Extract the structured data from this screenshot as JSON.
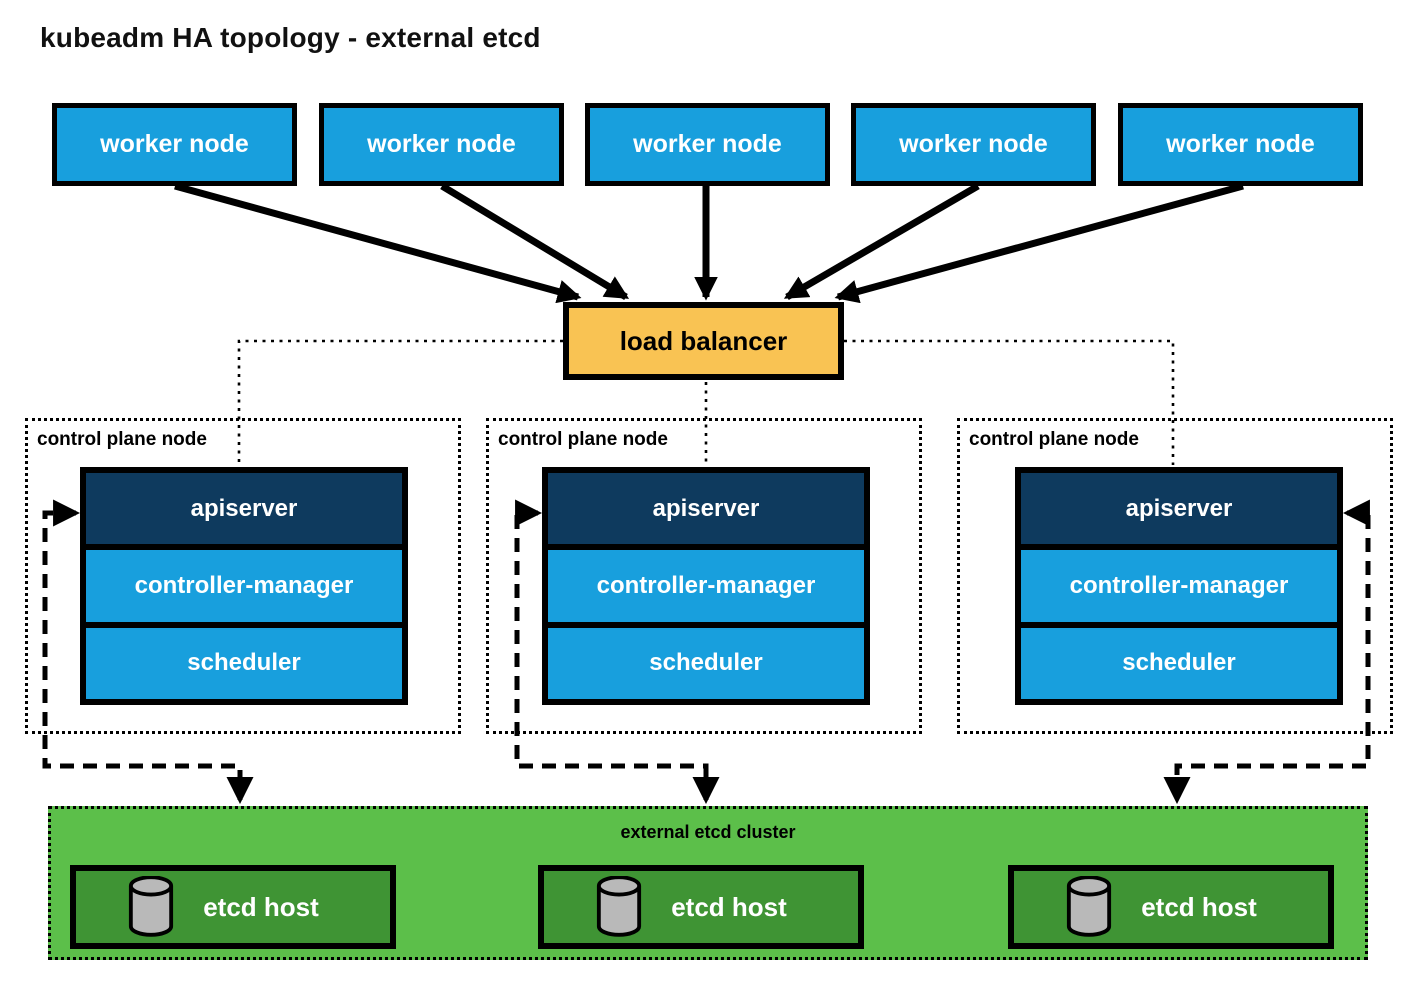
{
  "title": "kubeadm HA topology - external etcd",
  "workers": [
    {
      "label": "worker node"
    },
    {
      "label": "worker node"
    },
    {
      "label": "worker node"
    },
    {
      "label": "worker node"
    },
    {
      "label": "worker node"
    }
  ],
  "load_balancer": {
    "label": "load balancer"
  },
  "control_planes": [
    {
      "label": "control plane node",
      "components": [
        {
          "name": "apiserver"
        },
        {
          "name": "controller-manager"
        },
        {
          "name": "scheduler"
        }
      ]
    },
    {
      "label": "control plane node",
      "components": [
        {
          "name": "apiserver"
        },
        {
          "name": "controller-manager"
        },
        {
          "name": "scheduler"
        }
      ]
    },
    {
      "label": "control plane node",
      "components": [
        {
          "name": "apiserver"
        },
        {
          "name": "controller-manager"
        },
        {
          "name": "scheduler"
        }
      ]
    }
  ],
  "etcd_cluster": {
    "label": "external etcd cluster",
    "hosts": [
      {
        "label": "etcd host",
        "icon": "database-cylinder-icon"
      },
      {
        "label": "etcd host",
        "icon": "database-cylinder-icon"
      },
      {
        "label": "etcd host",
        "icon": "database-cylinder-icon"
      }
    ]
  },
  "colors": {
    "worker_blue": "#189fdd",
    "apiserver_navy": "#0e3a5e",
    "load_balancer_orange": "#f9c353",
    "etcd_cluster_green": "#5cbf4a",
    "etcd_host_green": "#3f9434",
    "border_black": "#000000",
    "cylinder_gray": "#b9b9b9",
    "text_white": "#ffffff"
  }
}
